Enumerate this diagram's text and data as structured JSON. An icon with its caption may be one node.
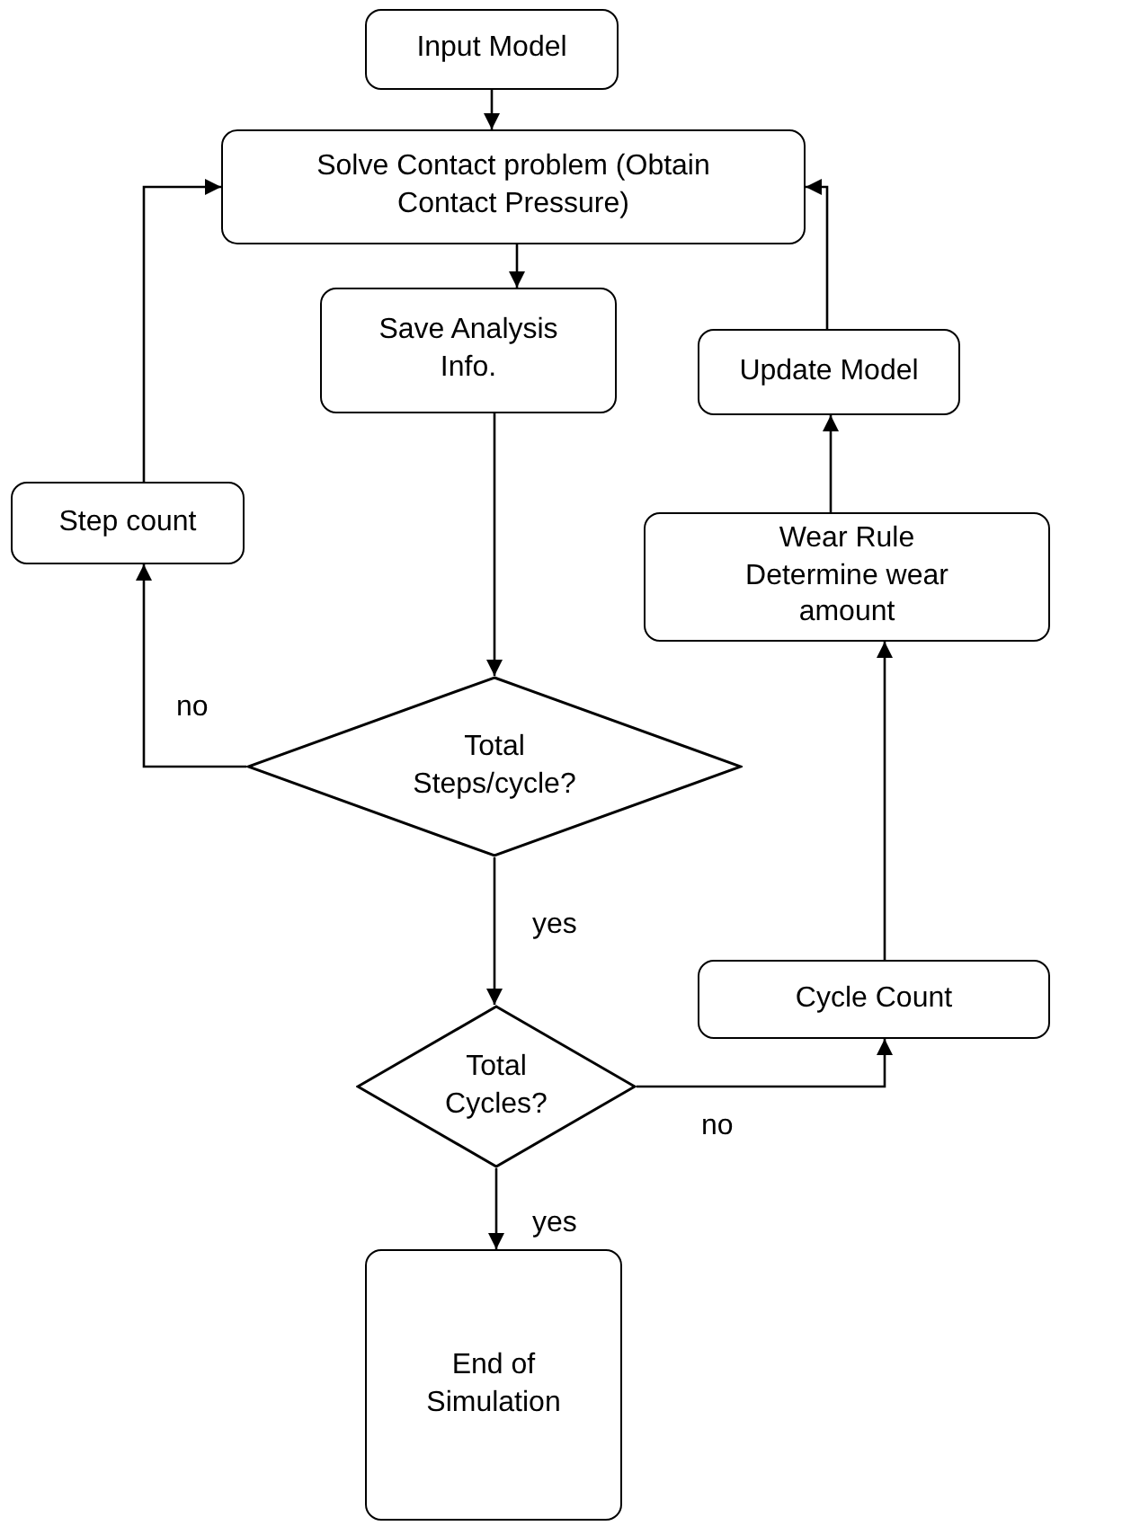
{
  "diagram": {
    "nodes": [
      {
        "text": [
          "Input Model"
        ]
      },
      {
        "text": [
          "Solve Contact problem (Obtain Contact Pressure)"
        ]
      },
      {
        "text": [
          "Save Analysis Info."
        ]
      },
      {
        "text": [
          "Update Model"
        ]
      },
      {
        "text": [
          "Step count"
        ]
      },
      {
        "text": [
          "Wear Rule Determine wear amount"
        ]
      },
      {
        "text": [
          "Total Steps/cycle?"
        ]
      },
      {
        "text": [
          "Cycle Count"
        ]
      },
      {
        "text": [
          "Total Cycles?"
        ]
      },
      {
        "text": [
          "End of Simulation"
        ]
      }
    ],
    "edges": [
      {
        "from": 0,
        "to": 1,
        "arrow": "to"
      },
      {
        "from": 1,
        "to": 2,
        "arrow": "to"
      },
      {
        "from": 2,
        "to": 6,
        "arrow": "to"
      },
      {
        "from": 6,
        "to": 4,
        "arrow": "to",
        "label": "no"
      },
      {
        "from": 4,
        "to": 1,
        "arrow": "to"
      },
      {
        "from": 6,
        "to": 8,
        "arrow": "to",
        "label": "yes"
      },
      {
        "from": 8,
        "to": 7,
        "arrow": "to",
        "label": "no"
      },
      {
        "from": 7,
        "to": 5,
        "arrow": "to"
      },
      {
        "from": 5,
        "to": 3,
        "arrow": "to"
      },
      {
        "from": 3,
        "to": 1,
        "arrow": "to"
      },
      {
        "from": 8,
        "to": 9,
        "arrow": "to",
        "label": "yes"
      }
    ]
  }
}
